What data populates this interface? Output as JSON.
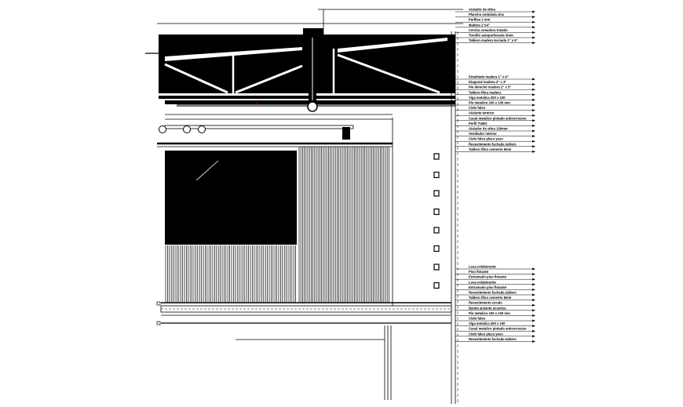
{
  "drawing": {
    "colors": {
      "ink": "#000000",
      "paper": "#ffffff",
      "marker": "#e0201c"
    },
    "labels_top": [
      "Aislador de vibra",
      "Plancha ondulada zinc",
      "Perfiles 2 mm",
      "Madera 1\"x4\"",
      "Cercha armadura tratada",
      "Tornillo autoperforante 3mm",
      "Tablero madera terciada 1\" x 6\""
    ],
    "labels_mid": [
      "Entablado madera 1\" x 6\"",
      "Diagonal madera 2\" x 3\"",
      "Pie derecho madera 2\" x 3\"",
      "Tablero fibra madera",
      "Viga metalica 200 x 100",
      "Pie metalico 100 x 100 mm",
      "Cielo falso",
      "Aislante termico",
      "Canal metalico pintado anticorrosivo",
      "Perfil TUBO",
      "Aislador de vibra 100mm",
      "Ventilador interior",
      "Cielo falso placa yeso",
      "Revestimiento fachada tablero",
      "Tablero fibra cemento 8mm"
    ],
    "labels_bottom": [
      "Losa colaborante",
      "Piso flotante",
      "Entramado piso flotante",
      "Losa colaborante",
      "Entramado piso flotante",
      "Revestimiento fachada tablero",
      "Tablero fibra cemento 8mm",
      "Revestimiento zocalo",
      "Banda aislante acustica",
      "Pie metalico 100 x 100 mm",
      "Cielo falso",
      "Viga metalica 200 x 100",
      "Canal metalico pintado anticorrosivo",
      "Cielo falso placa yeso",
      "Revestimiento fachada tablero"
    ]
  }
}
